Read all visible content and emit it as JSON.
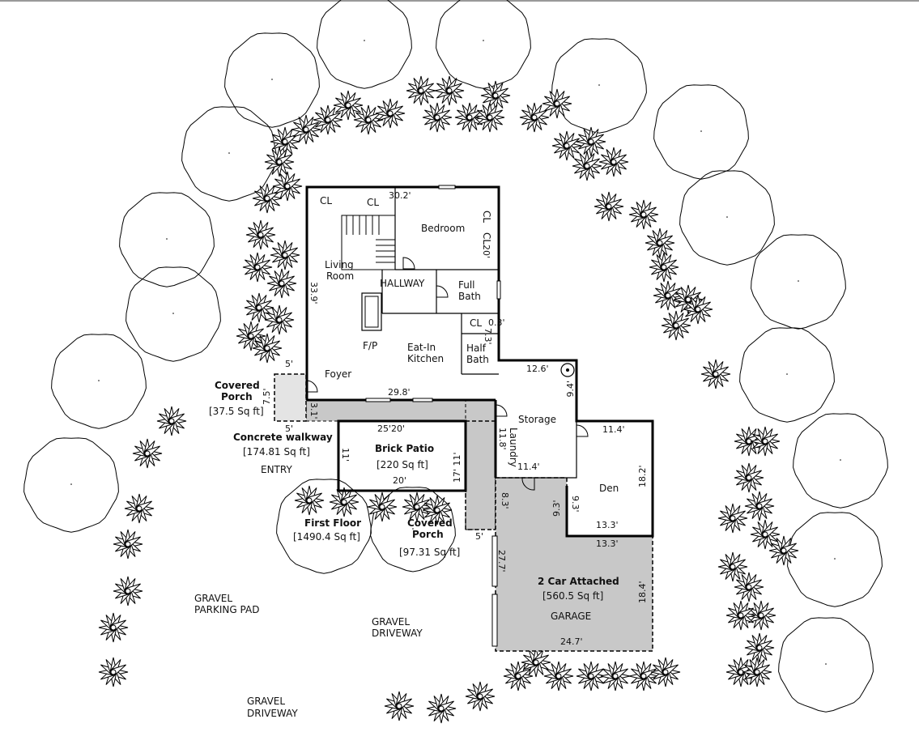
{
  "rooms": {
    "cl_1": "CL",
    "cl_2": "CL",
    "cl_3": "CL",
    "cl_4": "CL",
    "cl_5": "CL",
    "bedroom": "Bedroom",
    "living_room": [
      "Living",
      "Room"
    ],
    "hallway": "HALLWAY",
    "full_bath": [
      "Full",
      "Bath"
    ],
    "fireplace": "F/P",
    "kitchen": [
      "Eat-In",
      "Kitchen"
    ],
    "half_bath": [
      "Half",
      "Bath"
    ],
    "foyer": "Foyer",
    "storage": "Storage",
    "laundry": "Laundry",
    "den": "Den",
    "garage": "GARAGE"
  },
  "areas": {
    "covered_porch_1": {
      "name": "Covered Porch",
      "lines": [
        "Covered",
        "Porch"
      ],
      "sqft": "[37.5 Sq ft]"
    },
    "concrete_walkway": {
      "name": "Concrete walkway",
      "sqft": "[174.81 Sq ft]"
    },
    "brick_patio": {
      "name": "Brick Patio",
      "sqft": "[220 Sq ft]"
    },
    "first_floor": {
      "name": "First Floor",
      "sqft": "[1490.4 Sq ft]"
    },
    "covered_porch_2": {
      "name": "Covered Porch",
      "lines": [
        "Covered",
        "Porch"
      ],
      "sqft": "[97.31 Sq ft]"
    },
    "garage_2car": {
      "name": "2 Car Attached",
      "sqft": "[560.5 Sq ft]"
    }
  },
  "site_labels": {
    "entry": "ENTRY",
    "parking_pad": [
      "GRAVEL",
      "PARKING PAD"
    ],
    "driveway_1": [
      "GRAVEL",
      "DRIVEWAY"
    ],
    "driveway_2": [
      "GRAVEL",
      "DRIVEWAY"
    ]
  },
  "dimensions": {
    "top_width": "30.2'",
    "bedroom_depth": "20'",
    "house_left": "33.9'",
    "cl_width": "0.3'",
    "half_bath_depth": "7.3'",
    "step_width": "12.6'",
    "storage_depth": "9.4'",
    "foyer_5": "5'",
    "porch_7_5": "7.5'",
    "walk_length": "29.8'",
    "walk_3_1": "3.1'",
    "walk_5": "5'",
    "patio_top": "25'20'",
    "patio_left": "11'",
    "patio_right": "17' 11'",
    "patio_bottom": "20'",
    "laundry_depth": "11.8'",
    "den_top": "11.4'",
    "den_right": "18.2'",
    "laundry_width": "11.4'",
    "garage_left_step": "8.3'",
    "den_step_1": "9.3'",
    "den_step_2": "9.3'",
    "den_bottom": "13.3'",
    "garage_top": "13.3'",
    "porch2_5": "5'",
    "garage_left": "27.7'",
    "garage_right": "18.4'",
    "garage_bottom": "24.7'"
  },
  "colors": {
    "wall": "#000000",
    "walkway_fill": "#c8c8c8",
    "background": "#ffffff"
  }
}
